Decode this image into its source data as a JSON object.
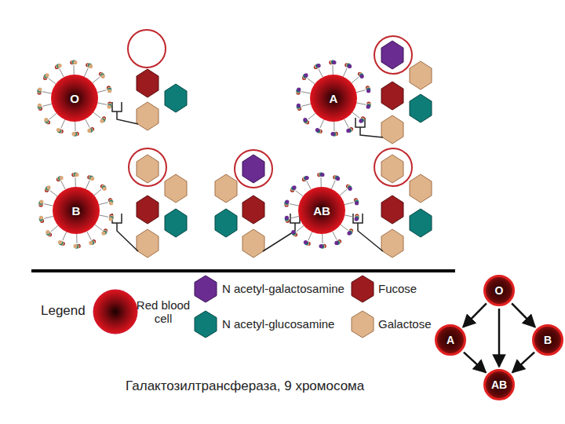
{
  "diagram": {
    "caption": "Галактозилтрансфераза, 9 хромосома",
    "nodes": [
      {
        "text": [
          "O"
        ]
      },
      {
        "text": [
          "A"
        ]
      },
      {
        "text": [
          "B"
        ]
      },
      {
        "text": [
          "AB"
        ]
      },
      {
        "text": [
          "O"
        ]
      },
      {
        "text": [
          "A"
        ]
      },
      {
        "text": [
          "B"
        ]
      },
      {
        "text": [
          "AB"
        ]
      }
    ],
    "edges": [
      {
        "from": 4,
        "to": 5,
        "arrow": "to"
      },
      {
        "from": 4,
        "to": 6,
        "arrow": "to"
      },
      {
        "from": 4,
        "to": 7,
        "arrow": "to"
      },
      {
        "from": 5,
        "to": 7,
        "arrow": "to"
      },
      {
        "from": 6,
        "to": 7,
        "arrow": "to"
      }
    ],
    "labels": [
      "Legend"
    ],
    "legend": [
      {
        "text": "Red blood cell",
        "color": "#c8102e"
      },
      {
        "text": "N acetyl-galactosamine",
        "color": "#6a2c91"
      },
      {
        "text": "N acetyl-glucosamine",
        "color": "#0e7d78"
      },
      {
        "text": "Fucose",
        "color": "#9b1b1e"
      },
      {
        "text": "Galactose",
        "color": "#e0b48a"
      }
    ]
  }
}
